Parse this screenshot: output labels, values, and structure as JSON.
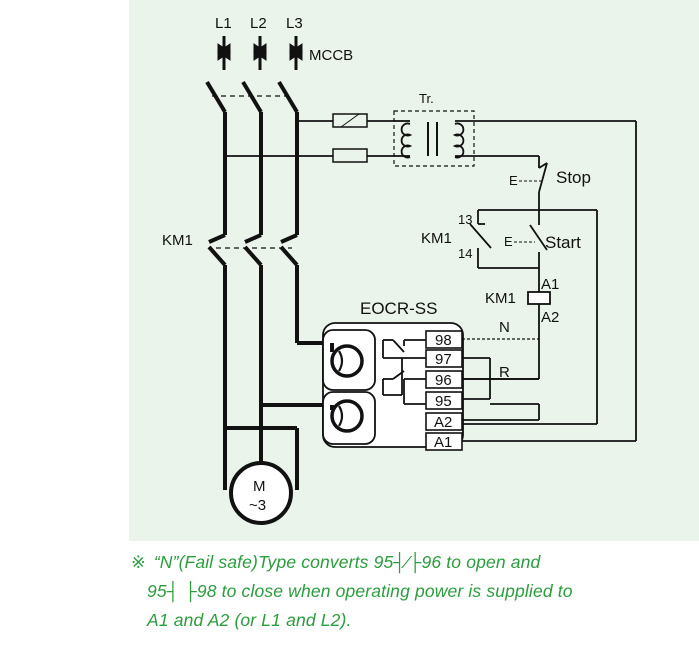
{
  "diagram": {
    "labels": {
      "l1": "L1",
      "l2": "L2",
      "l3": "L3",
      "mccb": "MCCB",
      "transformer": "Tr.",
      "stop_e": "E",
      "stop": "Stop",
      "contact_13": "13",
      "contact_14": "14",
      "km1_left": "KM1",
      "km1_aux": "KM1",
      "start_e": "E",
      "start": "Start",
      "a1": "A1",
      "a2": "A2",
      "km1_coil": "KM1",
      "relay": "EOCR-SS",
      "n": "N",
      "r": "R",
      "motor_m": "M",
      "motor_3": "~3"
    },
    "terminals": [
      "98",
      "97",
      "96",
      "95",
      "A2",
      "A1"
    ]
  },
  "note": {
    "reference_mark": "※",
    "line1": "“N”(Fail safe)Type converts 95┤⁄├96 to open and",
    "line2": "95┤ ├98 to close when operating power is supplied to",
    "line3": "A1 and A2 (or L1 and L2)."
  },
  "colors": {
    "panel": "#eaf4ea",
    "line": "#111111",
    "note_text": "#2a9d3c"
  }
}
